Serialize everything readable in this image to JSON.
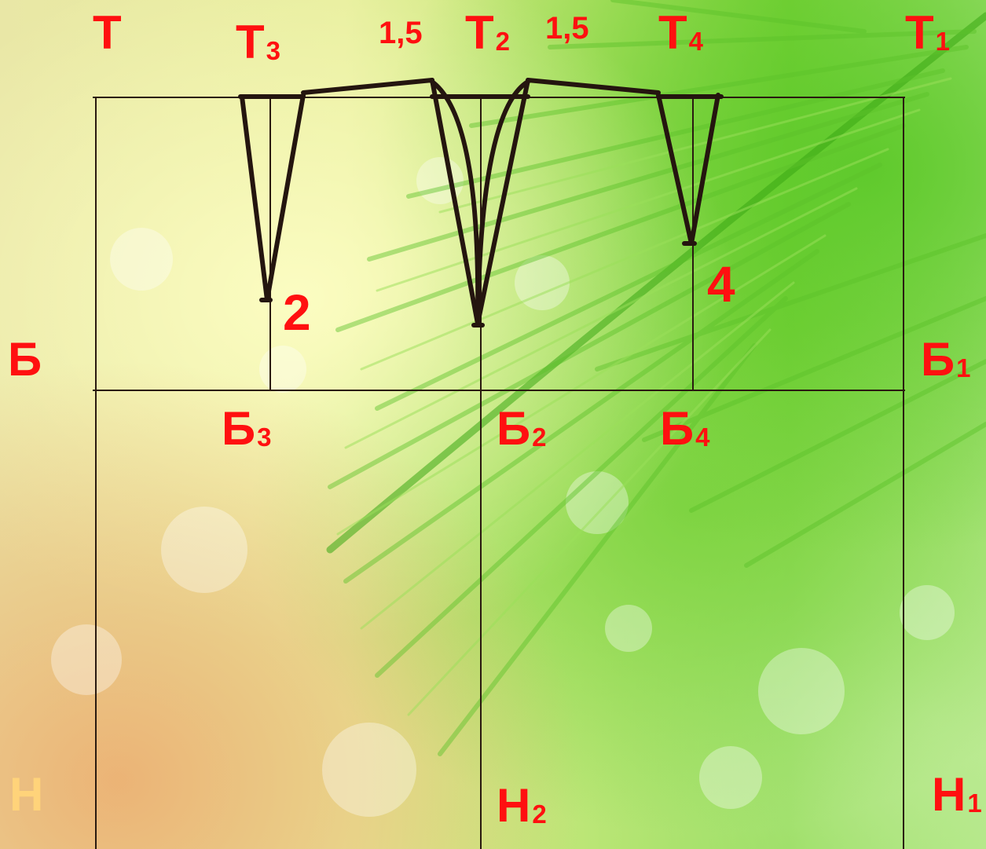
{
  "diagram": {
    "points": {
      "T": {
        "main": "Т",
        "sub": ""
      },
      "T3": {
        "main": "Т",
        "sub": "3"
      },
      "T2": {
        "main": "Т",
        "sub": "2"
      },
      "T4": {
        "main": "Т",
        "sub": "4"
      },
      "T1": {
        "main": "Т",
        "sub": "1"
      },
      "B": {
        "main": "Б",
        "sub": ""
      },
      "B1": {
        "main": "Б",
        "sub": "1"
      },
      "B3": {
        "main": "Б",
        "sub": "3"
      },
      "B2": {
        "main": "Б",
        "sub": "2"
      },
      "B4": {
        "main": "Б",
        "sub": "4"
      },
      "H": {
        "main": "Н",
        "sub": ""
      },
      "H2": {
        "main": "Н",
        "sub": "2"
      },
      "H1": {
        "main": "Н",
        "sub": "1"
      }
    },
    "measurements": {
      "raise_left": "1,5",
      "raise_right": "1,5",
      "dart_front": "2",
      "dart_back": "4"
    },
    "colors": {
      "label": "#ff1010",
      "label_faded": "#ffd37a",
      "grid_line": "#2a1a10",
      "pattern_line": "#24150f"
    }
  }
}
